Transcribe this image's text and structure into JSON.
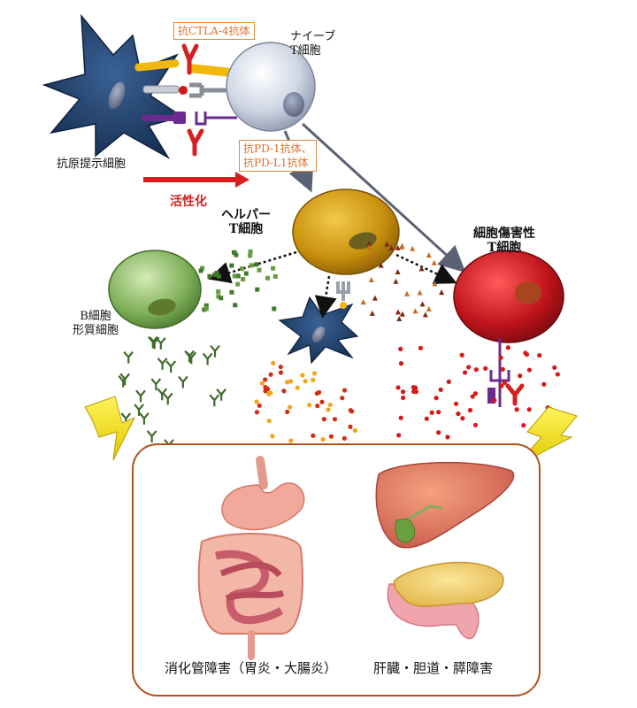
{
  "labels": {
    "naive_t": "ナイーブ\nT細胞",
    "apc": "抗原提示細胞",
    "helper_t": "ヘルパー\nT細胞",
    "ctl": "細胞傷害性\nT細胞",
    "b_cell": "B細胞\n形質細胞",
    "activation": "活性化"
  },
  "drugs": {
    "ctla4": "抗CTLA-4抗体",
    "pd1": "抗PD-1抗体、\n抗PD-L1抗体"
  },
  "organs": {
    "gi": "消化管障害（胃炎・大腸炎）",
    "liver": "肝臓・胆道・膵障害"
  },
  "colors": {
    "drug_text": "#e0702a",
    "activation": "#d81e1e",
    "naive_cell": "#cfd6e4",
    "helper_cell": "#c8900c",
    "ctl_cell": "#c0141c",
    "b_cell": "#7fb05a",
    "apc_cell": "#1d3a63",
    "frame": "#b0521e"
  }
}
